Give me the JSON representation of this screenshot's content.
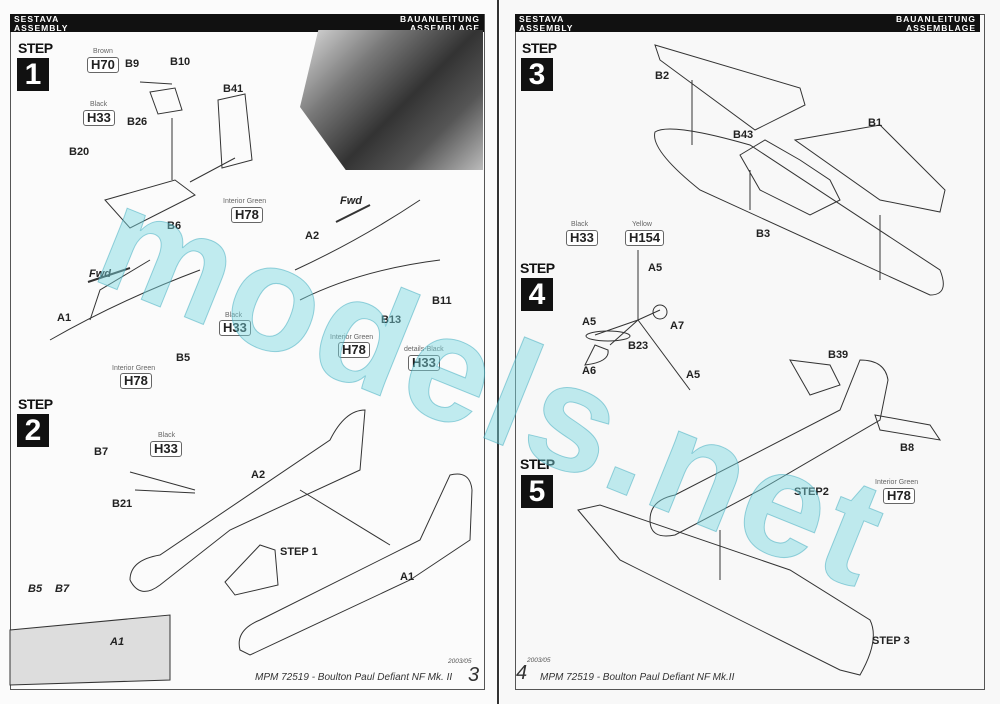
{
  "pages": [
    {
      "header_left": [
        "SESTAVA",
        "ASSEMBLY"
      ],
      "header_right": [
        "BAUANLEITUNG",
        "ASSEMBLAGE"
      ],
      "footer": "MPM 72519 - Boulton Paul Defiant NF Mk. II",
      "page_number": "3",
      "date": "2003/05",
      "steps": [
        {
          "label": "STEP",
          "number": "1"
        },
        {
          "label": "STEP",
          "number": "2"
        }
      ]
    },
    {
      "header_left": [
        "SESTAVA",
        "ASSEMBLY"
      ],
      "header_right": [
        "BAUANLEITUNG",
        "ASSEMBLAGE"
      ],
      "footer": "MPM 72519 - Boulton Paul Defiant NF Mk.II",
      "page_number": "4",
      "date": "2003/05",
      "steps": [
        {
          "label": "STEP",
          "number": "3"
        },
        {
          "label": "STEP",
          "number": "4"
        },
        {
          "label": "STEP",
          "number": "5"
        }
      ]
    }
  ],
  "step1": {
    "parts": [
      "B9",
      "B10",
      "B41",
      "B26",
      "B20",
      "B6",
      "A2",
      "A1",
      "B5",
      "B13",
      "B11"
    ],
    "fwd": "Fwd",
    "colors": [
      {
        "name": "Brown",
        "code": "H70"
      },
      {
        "name": "Black",
        "code": "H33"
      },
      {
        "name": "Interior Green",
        "code": "H78"
      },
      {
        "name": "Black",
        "code": "H33"
      },
      {
        "name": "Interior Green",
        "code": "H78"
      },
      {
        "name": "Interior Green",
        "code": "H78"
      },
      {
        "name": "details-Black",
        "code": "H33"
      }
    ]
  },
  "step2": {
    "parts": [
      "B7",
      "B21",
      "A2",
      "A1",
      "B5",
      "B7",
      "A1"
    ],
    "ref": "STEP 1",
    "colors": [
      {
        "name": "Black",
        "code": "H33"
      }
    ]
  },
  "step3": {
    "parts": [
      "B2",
      "B1",
      "B43",
      "B3"
    ]
  },
  "step4": {
    "parts": [
      "A5",
      "A5",
      "A7",
      "B23",
      "A6",
      "A5"
    ],
    "colors": [
      {
        "name": "Black",
        "code": "H33"
      },
      {
        "name": "Yellow",
        "code": "H154"
      }
    ]
  },
  "step5": {
    "parts": [
      "B39",
      "B8"
    ],
    "refs": [
      "STEP2",
      "STEP 3"
    ],
    "colors": [
      {
        "name": "Interior Green",
        "code": "H78"
      }
    ]
  },
  "watermark": "models.net",
  "accent": {
    "header_bar": "#111111",
    "watermark": "#78d7e1"
  }
}
